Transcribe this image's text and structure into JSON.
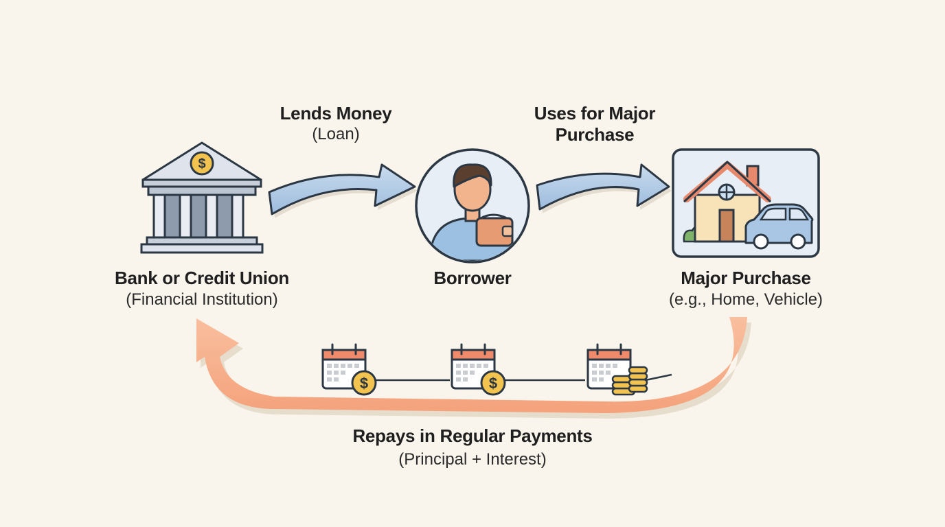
{
  "flow_top_left": {
    "title": "Lends Money",
    "subtitle": "(Loan)"
  },
  "flow_top_right": {
    "title_line1": "Uses for Major",
    "title_line2": "Purchase"
  },
  "nodes": {
    "bank": {
      "title": "Bank or Credit Union",
      "subtitle": "(Financial Institution)",
      "icon": "bank-icon"
    },
    "borrower": {
      "title": "Borrower",
      "icon": "person-with-wallet-icon"
    },
    "purchase": {
      "title": "Major Purchase",
      "subtitle": "(e.g., Home, Vehicle)",
      "icon": "house-and-car-icon"
    }
  },
  "flow_bottom": {
    "title": "Repays in Regular Payments",
    "subtitle": "(Principal + Interest)",
    "payment_icons": [
      "calendar-dollar-icon",
      "calendar-dollar-icon",
      "calendar-coins-icon"
    ]
  },
  "colors": {
    "background": "#faf5ec",
    "loan_arrow": "#a9c6e4",
    "repay_arrow": "#f7ad89",
    "coin": "#f2c34e",
    "calendar_top": "#ef8a6b",
    "outline": "#2c3744"
  }
}
